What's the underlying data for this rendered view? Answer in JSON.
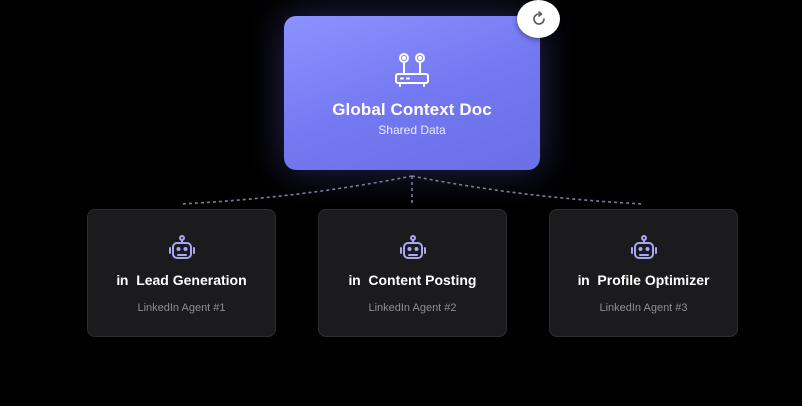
{
  "hub": {
    "title": "Global Context Doc",
    "subtitle": "Shared Data",
    "icon": "router-icon"
  },
  "refresh": {
    "icon": "refresh-icon"
  },
  "agents": [
    {
      "platform_mark": "in",
      "title": "Lead Generation",
      "subtitle": "LinkedIn Agent #1",
      "icon": "robot-icon"
    },
    {
      "platform_mark": "in",
      "title": "Content Posting",
      "subtitle": "LinkedIn Agent #2",
      "icon": "robot-icon"
    },
    {
      "platform_mark": "in",
      "title": "Profile Optimizer",
      "subtitle": "LinkedIn Agent #3",
      "icon": "robot-icon"
    }
  ],
  "colors": {
    "background": "#000000",
    "hub_gradient_start": "#8b93ff",
    "hub_gradient_end": "#6b6fe6",
    "card_background": "#1b1b1d",
    "robot_icon": "#a8a6f5",
    "connector": "#7a7f9a"
  }
}
